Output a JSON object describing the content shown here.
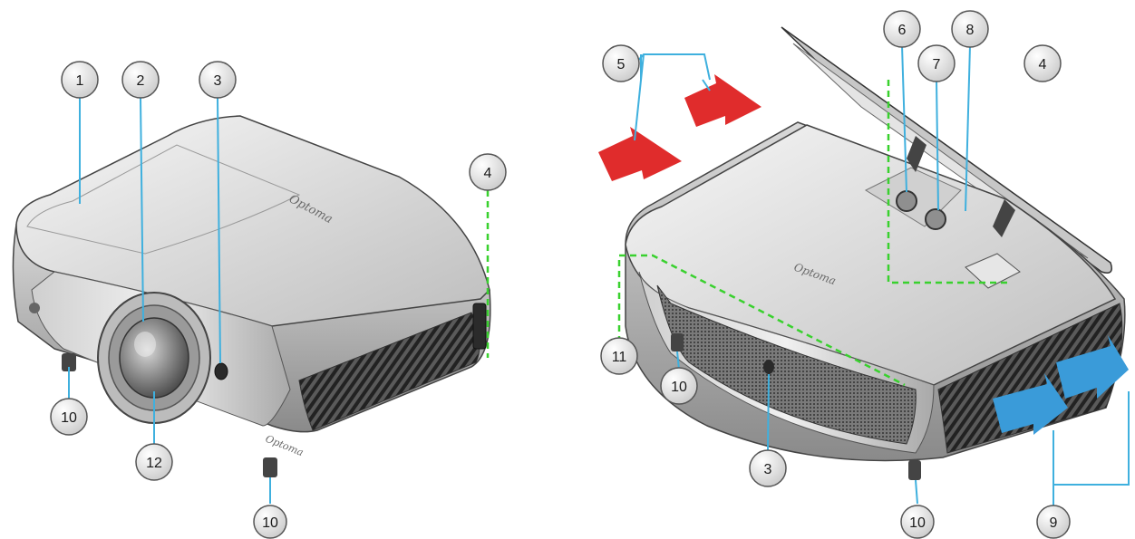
{
  "colors": {
    "leader_line": "#3fb0de",
    "leader_dashed": "#39d12e",
    "arrow_exhaust": "#e02c2c",
    "arrow_intake": "#3a9bd9",
    "callout_fill": "#dcdcdc",
    "callout_stroke": "#555555",
    "body_light": "#eeeeee",
    "body_dark": "#777777"
  },
  "brand": {
    "front_top": "Optoma",
    "front_bottom": "Optoma",
    "rear_top": "Optoma"
  },
  "front_view": {
    "callouts": [
      {
        "label": "1",
        "part": "top-cover"
      },
      {
        "label": "2",
        "part": "zoom-ring"
      },
      {
        "label": "3",
        "part": "ir-receiver"
      },
      {
        "label": "4",
        "part": "side-keypad"
      },
      {
        "label": "10",
        "part": "tilt-foot-left"
      },
      {
        "label": "12",
        "part": "lens"
      },
      {
        "label": "10",
        "part": "tilt-foot-right"
      }
    ]
  },
  "rear_view": {
    "callouts": [
      {
        "label": "5",
        "part": "ventilation-outlet"
      },
      {
        "label": "6",
        "part": "lens-shift-knob"
      },
      {
        "label": "7",
        "part": "lens-shift-knob-2"
      },
      {
        "label": "8",
        "part": "zoom-focus"
      },
      {
        "label": "4",
        "part": "keypad"
      },
      {
        "label": "11",
        "part": "input-output"
      },
      {
        "label": "10",
        "part": "tilt-foot-left"
      },
      {
        "label": "3",
        "part": "ir-receiver"
      },
      {
        "label": "10",
        "part": "tilt-foot-right"
      },
      {
        "label": "9",
        "part": "ventilation-inlet"
      }
    ]
  }
}
